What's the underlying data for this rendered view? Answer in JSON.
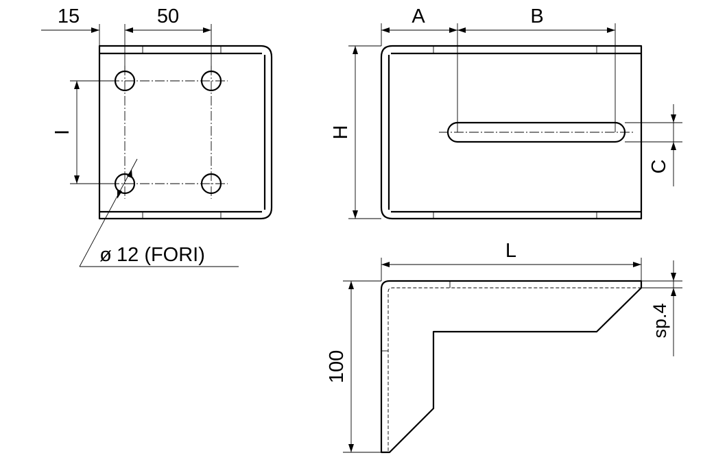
{
  "dimensions": {
    "hole_offset": "15",
    "hole_spacing_h": "50",
    "hole_spacing_v": "I",
    "hole_diameter": "12 (FORI)",
    "diameter_symbol": "ø",
    "slot_start": "A",
    "slot_length": "B",
    "slot_offset": "C",
    "height": "H",
    "length": "L",
    "thickness": "sp.4",
    "profile_height": "100"
  }
}
